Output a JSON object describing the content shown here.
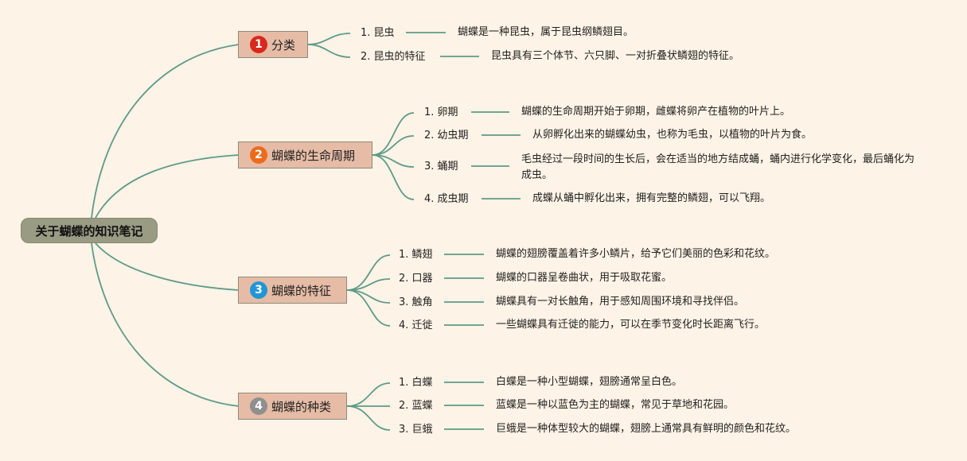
{
  "root": "关于蝴蝶的知识笔记",
  "branches": [
    {
      "num": "1",
      "label": "分类",
      "color": "#d9291c",
      "items": [
        {
          "label": "1. 昆虫",
          "desc": "蝴蝶是一种昆虫，属于昆虫纲鳞翅目。"
        },
        {
          "label": "2. 昆虫的特征",
          "desc": "昆虫具有三个体节、六只脚、一对折叠状鳞翅的特征。"
        }
      ]
    },
    {
      "num": "2",
      "label": "蝴蝶的生命周期",
      "color": "#ec6b1d",
      "items": [
        {
          "label": "1. 卵期",
          "desc": "蝴蝶的生命周期开始于卵期，雌蝶将卵产在植物的叶片上。"
        },
        {
          "label": "2. 幼虫期",
          "desc": "从卵孵化出来的蝴蝶幼虫，也称为毛虫，以植物的叶片为食。"
        },
        {
          "label": "3. 蛹期",
          "desc": "毛虫经过一段时间的生长后，会在适当的地方结成蛹，蛹内进行化学变化，最后蛹化为成虫。"
        },
        {
          "label": "4. 成虫期",
          "desc": "成蝶从蛹中孵化出来，拥有完整的鳞翅，可以飞翔。"
        }
      ]
    },
    {
      "num": "3",
      "label": "蝴蝶的特征",
      "color": "#2196d6",
      "items": [
        {
          "label": "1. 鳞翅",
          "desc": "蝴蝶的翅膀覆盖着许多小鳞片，给予它们美丽的色彩和花纹。"
        },
        {
          "label": "2. 口器",
          "desc": "蝴蝶的口器呈卷曲状，用于吸取花蜜。"
        },
        {
          "label": "3. 触角",
          "desc": "蝴蝶具有一对长触角，用于感知周围环境和寻找伴侣。"
        },
        {
          "label": "4. 迁徙",
          "desc": "一些蝴蝶具有迁徙的能力，可以在季节变化时长距离飞行。"
        }
      ]
    },
    {
      "num": "4",
      "label": "蝴蝶的种类",
      "color": "#8f8f8f",
      "items": [
        {
          "label": "1. 白蝶",
          "desc": "白蝶是一种小型蝴蝶，翅膀通常呈白色。"
        },
        {
          "label": "2. 蓝蝶",
          "desc": "蓝蝶是一种以蓝色为主的蝴蝶，常见于草地和花园。"
        },
        {
          "label": "3. 巨蛾",
          "desc": "巨蛾是一种体型较大的蝴蝶，翅膀上通常具有鲜明的颜色和花纹。"
        }
      ]
    }
  ]
}
